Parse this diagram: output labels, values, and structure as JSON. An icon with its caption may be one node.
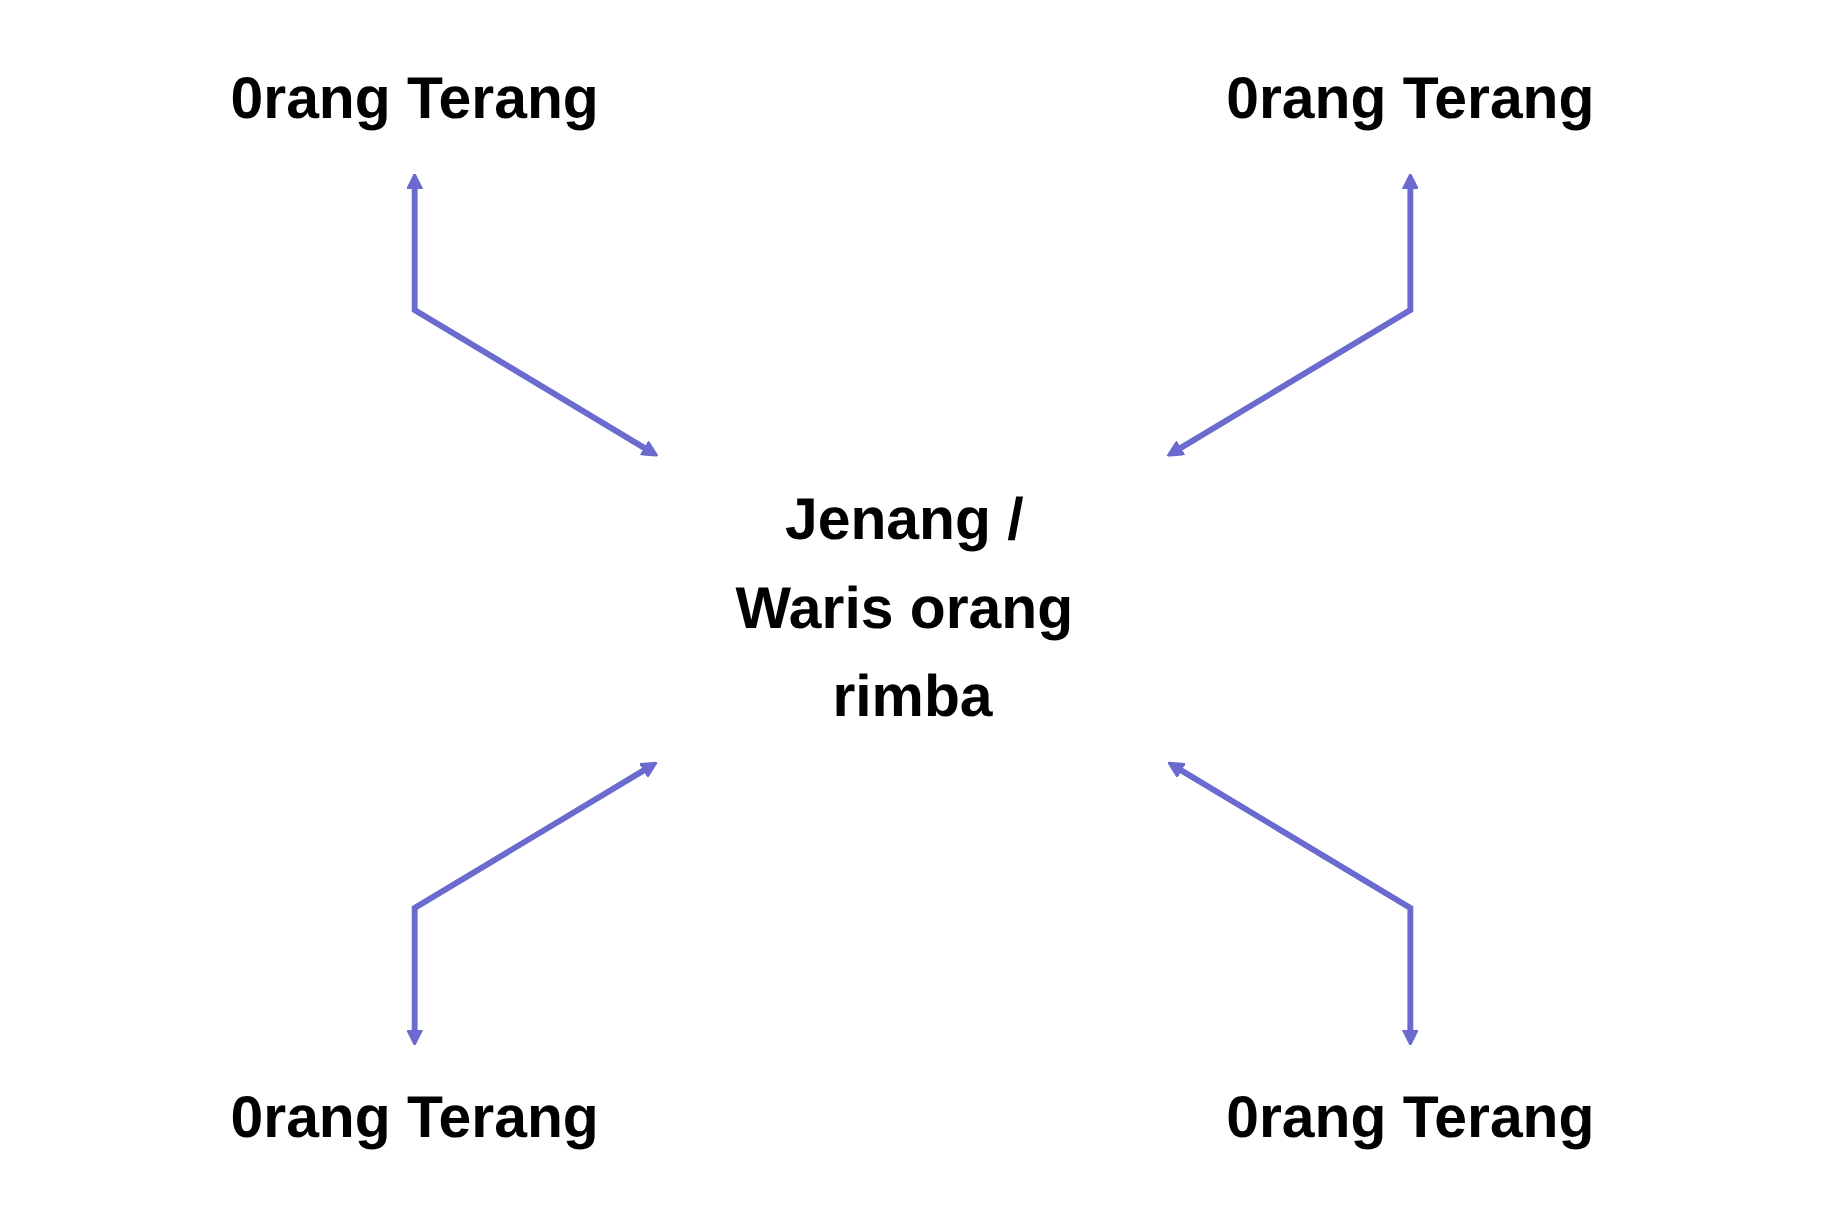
{
  "diagram": {
    "nodes": [
      {
        "text": [
          "0rang Terang"
        ]
      },
      {
        "text": [
          "0rang Terang"
        ]
      },
      {
        "text": [
          "Jenang / Waris orang rimba"
        ]
      },
      {
        "text": [
          "0rang Terang"
        ]
      },
      {
        "text": [
          "0rang Terang"
        ]
      }
    ],
    "edges": [
      {
        "from": 0,
        "to": 2,
        "arrow": "both"
      },
      {
        "from": 1,
        "to": 2,
        "arrow": "both"
      },
      {
        "from": 2,
        "to": 3,
        "arrow": "both"
      },
      {
        "from": 2,
        "to": 4,
        "arrow": "both"
      }
    ]
  }
}
